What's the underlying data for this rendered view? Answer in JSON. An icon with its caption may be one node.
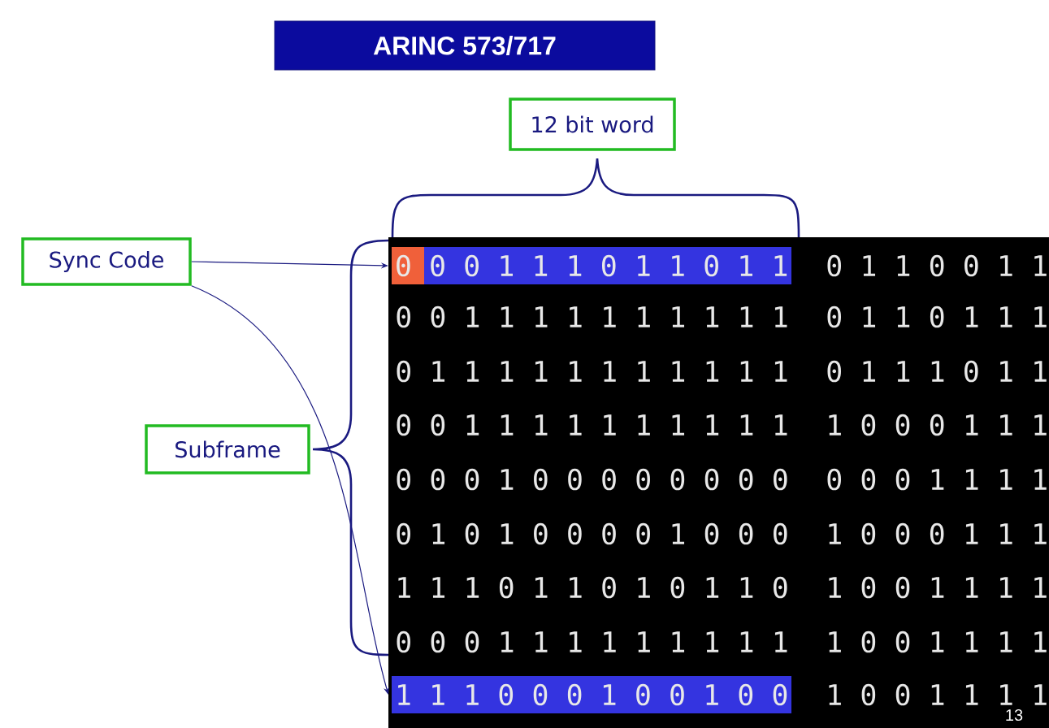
{
  "diagram": {
    "title": "ARINC 573/717",
    "nodes": [
      {
        "text": [
          "12 bit word"
        ]
      },
      {
        "text": [
          "Sync Code"
        ]
      },
      {
        "text": [
          "Subframe"
        ]
      },
      {
        "text": [
          "0 0 0 1 1 1 0 1 1 0 1 1"
        ]
      },
      {
        "text": [
          "1 1 1 0 0 0 1 0 0 1 0 0"
        ]
      }
    ],
    "edges": [
      {
        "from": 1,
        "to": 3,
        "arrow": "to"
      },
      {
        "from": 1,
        "to": 4,
        "arrow": "to"
      }
    ],
    "labels": [
      "0 1 1 0 0 1 1",
      "0 0 1 1 1 1 1 1 1 1 1 1",
      "0 1 1 0 1 1 1",
      "0 1 1 1 1 1 1 1 1 1 1 1",
      "0 1 1 1 0 1 1",
      "0 0 1 1 1 1 1 1 1 1 1 1",
      "1 0 0 0 1 1 1",
      "0 0 0 1 0 0 0 0 0 0 0 0",
      "0 0 0 1 1 1 1",
      "0 1 0 1 0 0 0 0 1 0 0 0",
      "1 0 0 0 1 1 1",
      "1 1 1 0 1 1 0 1 0 1 1 0",
      "1 0 0 1 1 1 1",
      "0 0 0 1 1 1 1 1 1 1 1 1",
      "1 0 0 1 1 1 1",
      "1 0 0 1 1 1 1",
      "13"
    ]
  }
}
